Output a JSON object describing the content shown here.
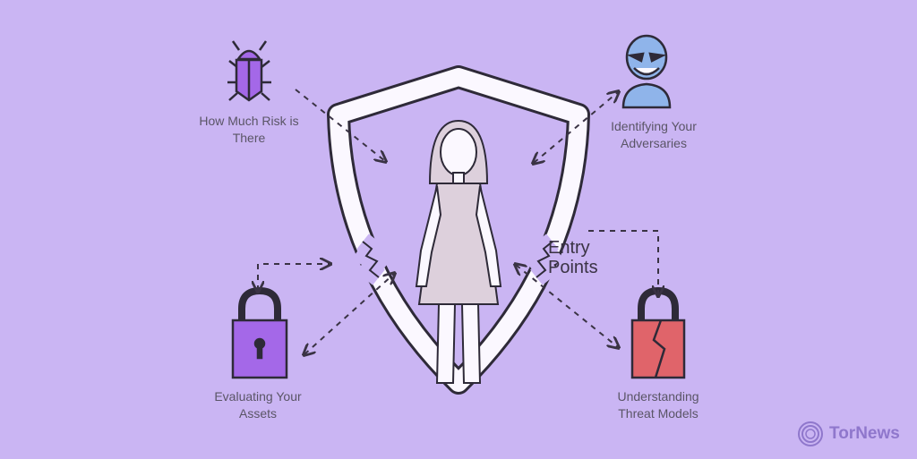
{
  "labels": {
    "risk": [
      "How Much Risk is",
      "There"
    ],
    "adversaries": [
      "Identifying Your",
      "Adversaries"
    ],
    "assets": [
      "Evaluating Your",
      "Assets"
    ],
    "threat_models": [
      "Understanding",
      "Threat Models"
    ]
  },
  "entry_points": [
    "Entry",
    "Points"
  ],
  "brand": "TorNews",
  "colors": {
    "background": "#cab5f3",
    "purple": "#9b5ce0",
    "red": "#e0646a",
    "mask": "#8fb4ea",
    "person": "#ddd0dc"
  }
}
